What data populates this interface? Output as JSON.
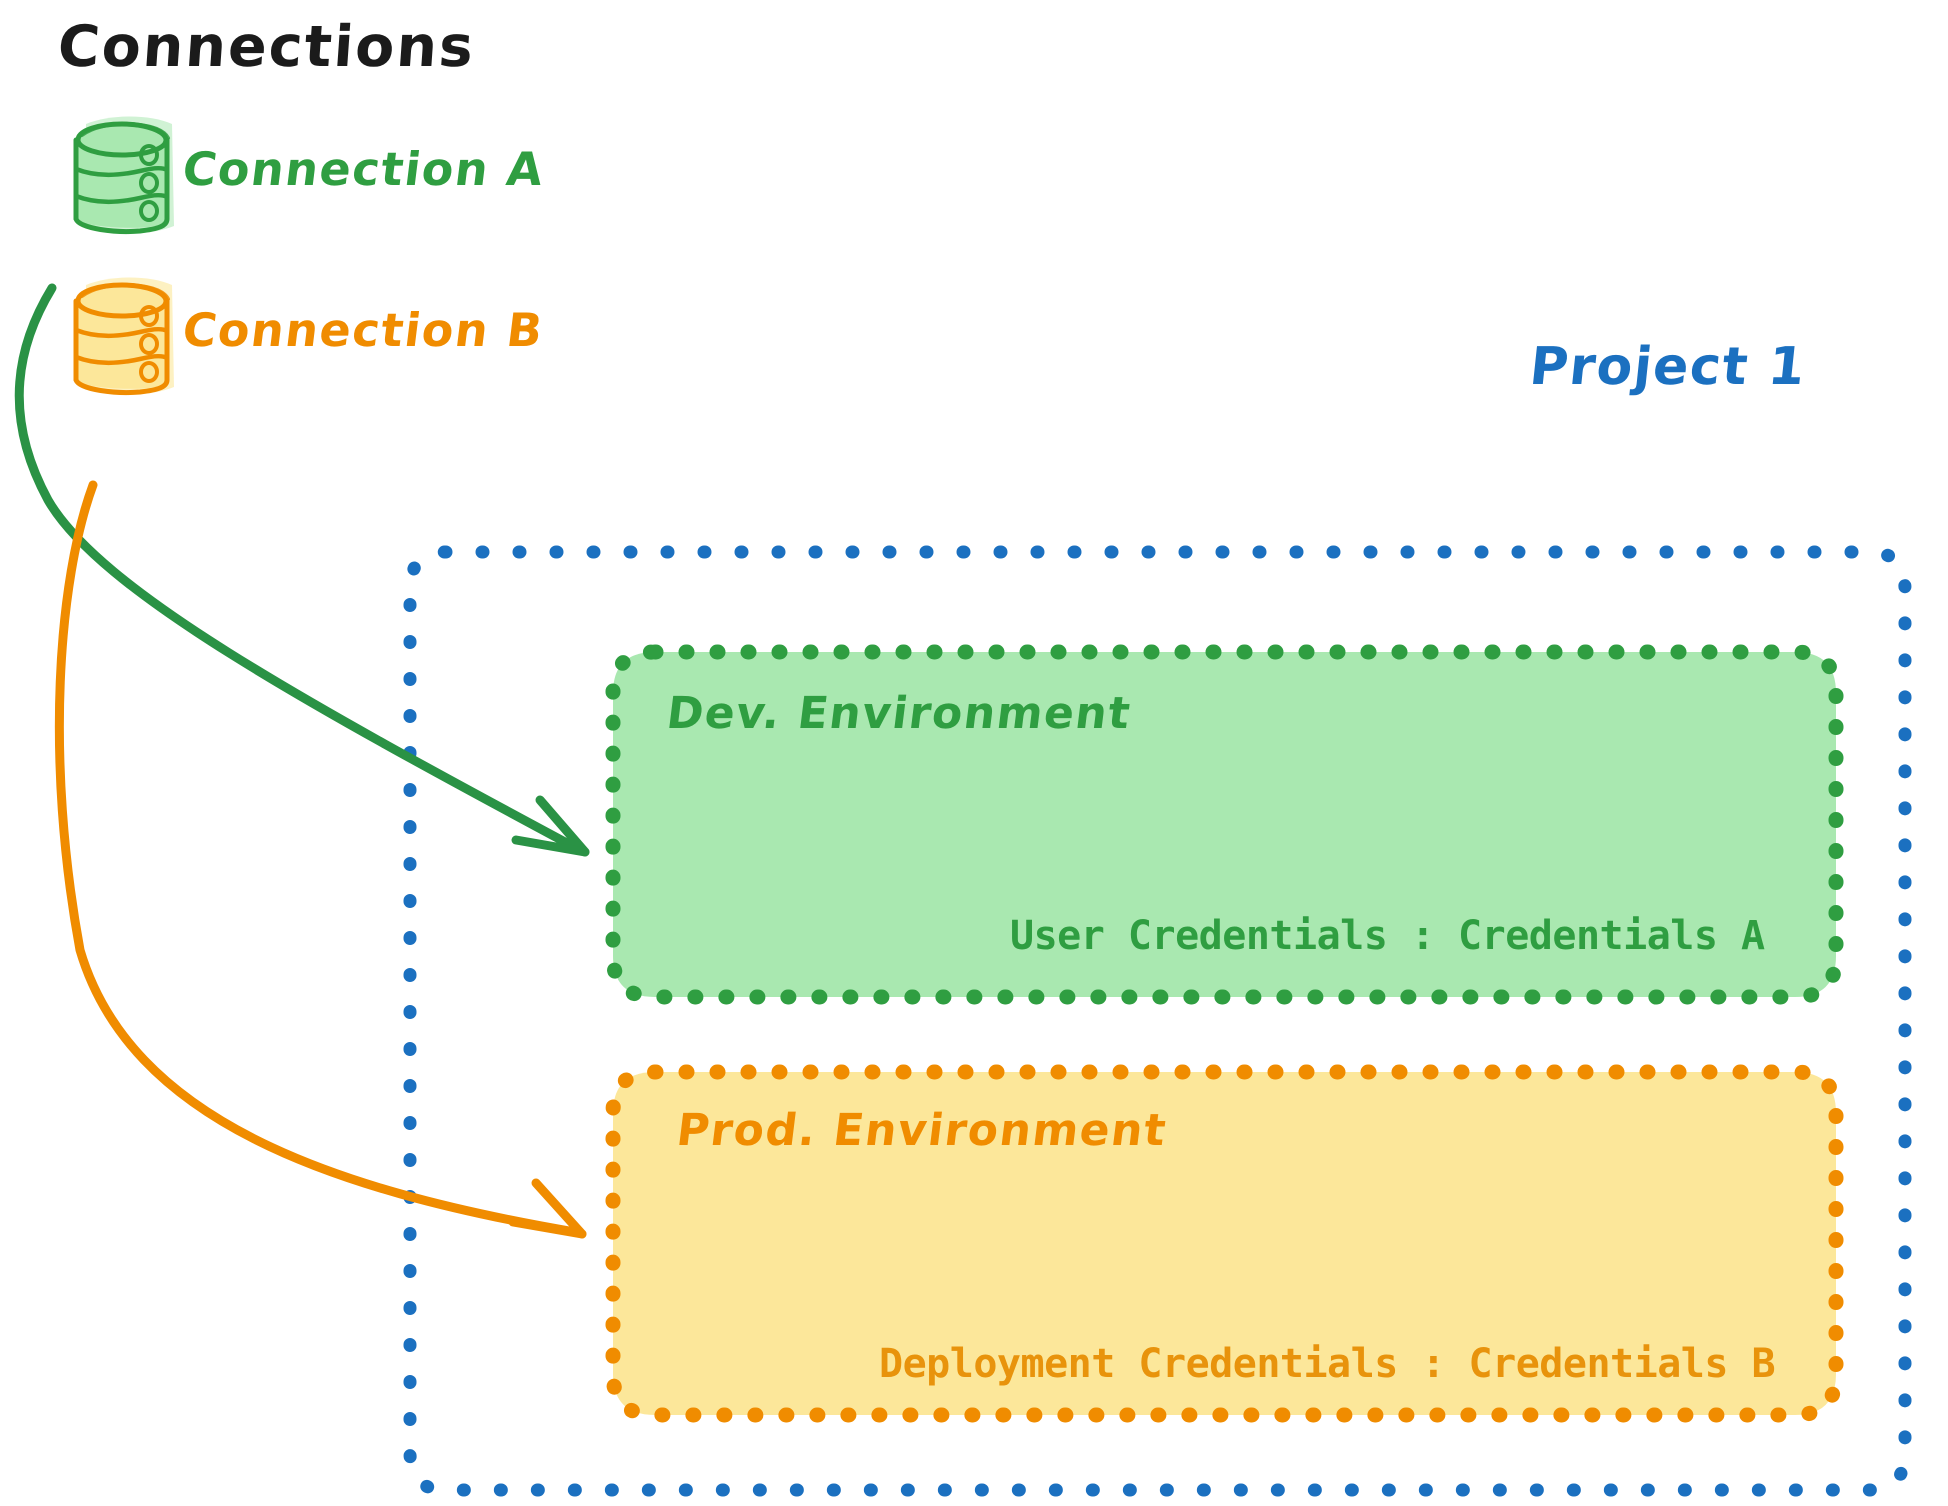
{
  "diagram": {
    "title": "Connections",
    "colors": {
      "green_stroke": "#2f9e41",
      "green_fill": "#a9e8b0",
      "orange_stroke": "#f08c00",
      "orange_fill": "#fce79a",
      "blue_stroke": "#1b70c0",
      "title_color": "#1b1b1b"
    }
  },
  "connections": [
    {
      "id": "connection-a",
      "label": "Connection A",
      "icon": "database-cylinder-icon",
      "color": "#2f9e41"
    },
    {
      "id": "connection-b",
      "label": "Connection B",
      "icon": "database-cylinder-icon",
      "color": "#f08c00"
    }
  ],
  "project": {
    "label": "Project 1",
    "color": "#1b70c0",
    "environments": [
      {
        "id": "dev-environment",
        "title": "Dev. Environment",
        "credentials_label": "User Credentials : Credentials A",
        "color": "#2f9e41",
        "fill": "#a9e8b0"
      },
      {
        "id": "prod-environment",
        "title": "Prod. Environment",
        "credentials_label": "Deployment Credentials : Credentials B",
        "color": "#f08c00",
        "fill": "#fce79a"
      }
    ]
  },
  "edges": [
    {
      "id": "edge-connection-a-to-dev",
      "from": "connection-a",
      "to": "dev-environment",
      "color": "#2f9e41"
    },
    {
      "id": "edge-connection-b-to-prod",
      "from": "connection-b",
      "to": "prod-environment",
      "color": "#f08c00"
    }
  ]
}
